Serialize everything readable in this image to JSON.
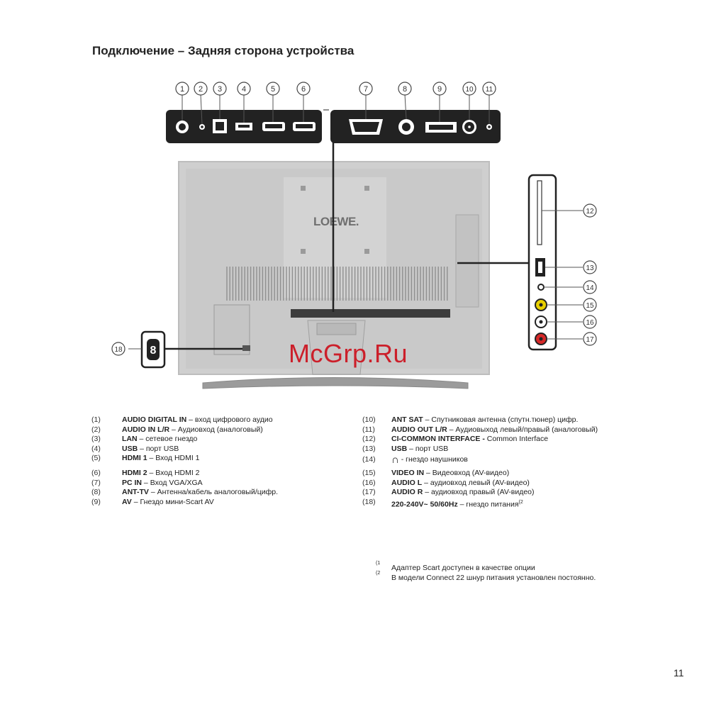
{
  "title": "Подключение – Задняя сторона устройства",
  "diagram": {
    "brand_logo": "LOEWE.",
    "callout_numbers": [
      "1",
      "2",
      "3",
      "4",
      "5",
      "6",
      "7",
      "8",
      "9",
      "10",
      "11",
      "12",
      "13",
      "14",
      "15",
      "16",
      "17",
      "18"
    ],
    "power_socket_symbol": "8",
    "watermark": "McGrp.Ru"
  },
  "legend_left": [
    {
      "num": "(1)",
      "bold": "AUDIO DIGITAL IN",
      "text": " – вход цифрового аудио"
    },
    {
      "num": "(2)",
      "bold": "AUDIO IN L/R",
      "text": " – Аудиовход (аналоговый)"
    },
    {
      "num": "(3)",
      "bold": "LAN",
      "text": " – сетевое гнездо"
    },
    {
      "num": "(4)",
      "bold": "USB",
      "text": " – порт USB"
    },
    {
      "num": "(5)",
      "bold": "HDMI 1",
      "text": " – Вход HDMI 1"
    },
    {
      "num": "(6)",
      "bold": "HDMI 2",
      "text": " – Вход HDMI 2"
    },
    {
      "num": "(7)",
      "bold": "PC IN",
      "text": " – Вход VGA/XGA"
    },
    {
      "num": "(8)",
      "bold": "ANT-TV",
      "text": " – Антенна/кабель аналоговый/цифр."
    },
    {
      "num": "(9)",
      "bold": "AV",
      "text": " – Гнездо мини-Scart AV"
    }
  ],
  "legend_right": [
    {
      "num": "(10)",
      "bold": "ANT SAT",
      "text": "  – Спутниковая антенна (спутн.тюнер) цифр."
    },
    {
      "num": "(11)",
      "bold": "AUDIO OUT L/R",
      "text": " – Аудиовыход левый/правый (аналоговый)"
    },
    {
      "num": "(12)",
      "bold": "CI-COMMON INTERFACE -",
      "text": " Common Interface"
    },
    {
      "num": "(13)",
      "bold": "USB",
      "text": " – порт USB"
    },
    {
      "num": "(14)",
      "bold": "",
      "text": " - гнездо наушников",
      "icon": "headphones-icon"
    },
    {
      "num": "(15)",
      "bold": "VIDEO IN",
      "text": " – Видеовход (AV-видео)"
    },
    {
      "num": "(16)",
      "bold": "AUDIO L",
      "text": " – аудиовход левый (AV-видео)"
    },
    {
      "num": "(17)",
      "bold": "AUDIO R",
      "text": " – аудиовход правый (AV-видео)"
    },
    {
      "num": "(18)",
      "bold": "220-240V~ 50/60Hz",
      "text": " – гнездо питания",
      "sup": "(2"
    }
  ],
  "footnotes": [
    {
      "mark": "(1",
      "text": "Адаптер Scart доступен в качестве опции"
    },
    {
      "mark": "(2",
      "text": "В модели Connect 22 шнур питания установлен постоянно."
    }
  ],
  "page_number": "11"
}
